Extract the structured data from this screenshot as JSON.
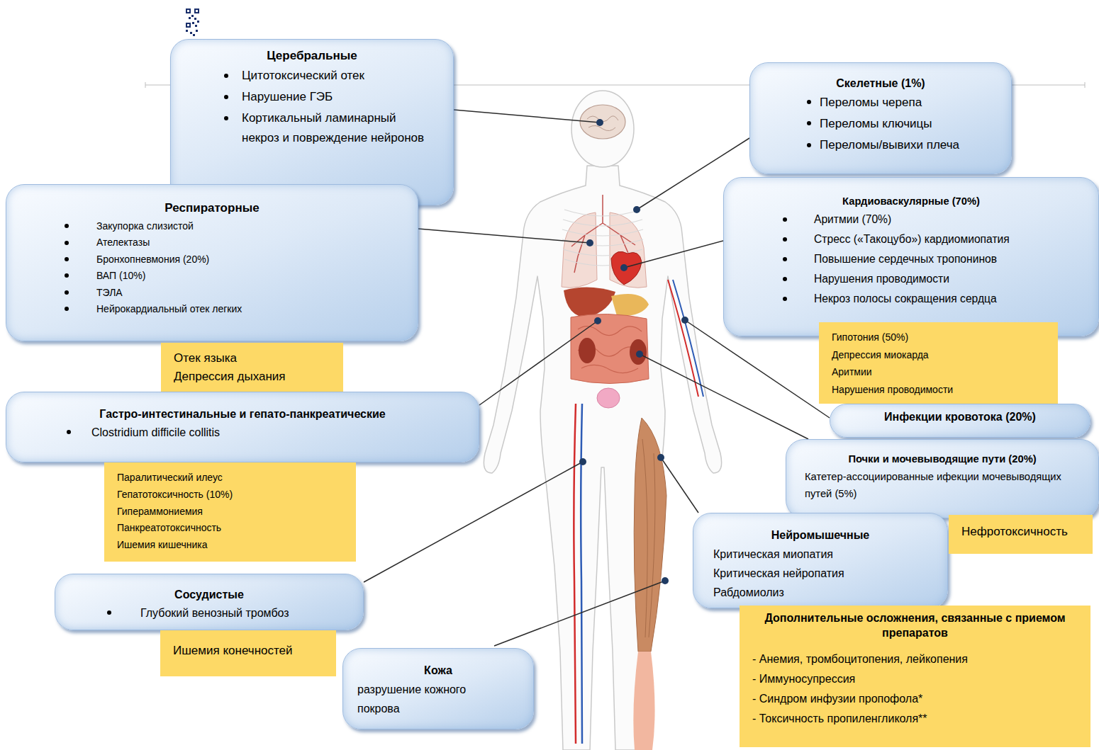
{
  "diagram": {
    "nodes": [
      {
        "text": [
          "Церебральные",
          "Цитотоксический отек",
          "Нарушение ГЭБ",
          "Кортикальный ламинарный некроз и повреждение нейронов"
        ]
      },
      {
        "text": [
          "Скелетные (1%)",
          "Переломы черепа",
          "Переломы ключицы",
          "Переломы/вывихи плеча"
        ]
      },
      {
        "text": [
          "Респираторные",
          "Закупорка слизистой",
          "Ателектазы",
          "Бронхопневмония (20%)",
          "ВАП (10%)",
          "ТЭЛА",
          "Нейрокардиальный отек легких"
        ]
      },
      {
        "text": [
          "Кардиоваскулярные (70%)",
          "Аритмии (70%)",
          "Стресс («Такоцубо») кардиомиопатия",
          "Повышение сердечных тропонинов",
          "Нарушения проводимости",
          "Некроз полосы сокращения сердца"
        ]
      },
      {
        "text": [
          "Отек языка",
          "Депрессия дыхания"
        ]
      },
      {
        "text": [
          "Гипотония (50%)",
          "Депрессия миокарда",
          "Аритмии",
          "Нарушения проводимости"
        ]
      },
      {
        "text": [
          "Гастро-интестинальные и гепато-панкреатические",
          "Clostridium difficile collitis"
        ]
      },
      {
        "text": [
          "Инфекции кровотока (20%)"
        ]
      },
      {
        "text": [
          "Паралитический илеус",
          "Гепатотоксичность (10%)",
          "Гипераммониемия",
          "Панкреатотоксичность",
          "Ишемия кишечника"
        ]
      },
      {
        "text": [
          "Почки и мочевыводящие пути (20%)",
          "Катетер-ассоциированные ифекции мочевыводящих путей (5%)"
        ]
      },
      {
        "text": [
          "Нейромышечные",
          "Критическая миопатия",
          "Критическая нейропатия",
          "Рабдомиолиз"
        ]
      },
      {
        "text": [
          "Нефротоксичность"
        ]
      },
      {
        "text": [
          "Сосудистые",
          "Глубокий венозный тромбоз"
        ]
      },
      {
        "text": [
          "Ишемия конечностей"
        ]
      },
      {
        "text": [
          "Кожа",
          "разрушение кожного покрова"
        ]
      },
      {
        "text": [
          "Дополнительные осложнения, связанные с приемом препаратов",
          "- Анемия, тромбоцитопения, лейкопения",
          "- Иммуносупрессия",
          "- Синдром инфузии пропофола*",
          "- Токсичность пропиленгликоля**"
        ]
      }
    ]
  }
}
